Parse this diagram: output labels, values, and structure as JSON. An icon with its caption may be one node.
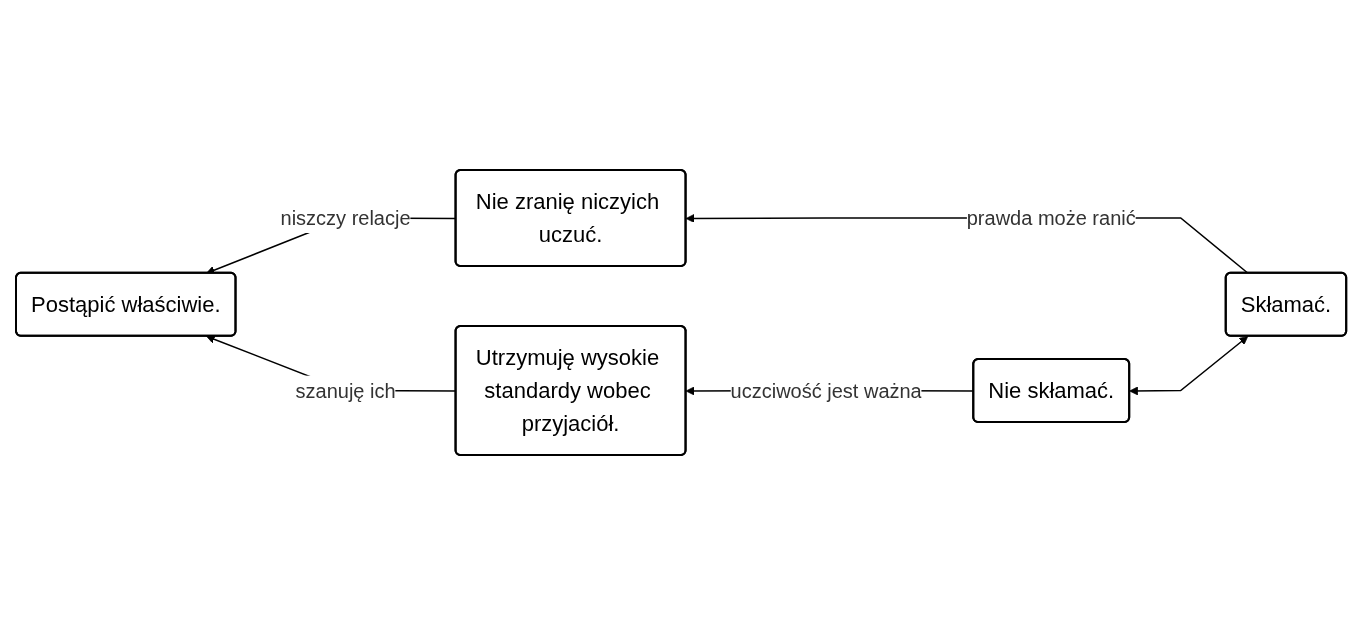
{
  "diagram": {
    "nodes": [
      {
        "text": [
          "Postąpić właściwie."
        ]
      },
      {
        "text": [
          "Nie zranię niczyich uczuć."
        ]
      },
      {
        "text": [
          "Skłamać."
        ]
      },
      {
        "text": [
          "Utrzymuję wysokie standardy wobec przyjaciół."
        ]
      },
      {
        "text": [
          "Nie skłamać."
        ]
      }
    ],
    "edges": [
      {
        "from": 2,
        "to": 1,
        "arrow": "to",
        "label": "prawda może ranić"
      },
      {
        "from": 1,
        "to": 0,
        "arrow": "to",
        "label": "niszczy relacje"
      },
      {
        "from": 2,
        "to": 4,
        "arrow": "both"
      },
      {
        "from": 4,
        "to": 3,
        "arrow": "to",
        "label": "uczciwość jest ważna"
      },
      {
        "from": 3,
        "to": 0,
        "arrow": "to",
        "label": "szanuję ich"
      }
    ]
  }
}
